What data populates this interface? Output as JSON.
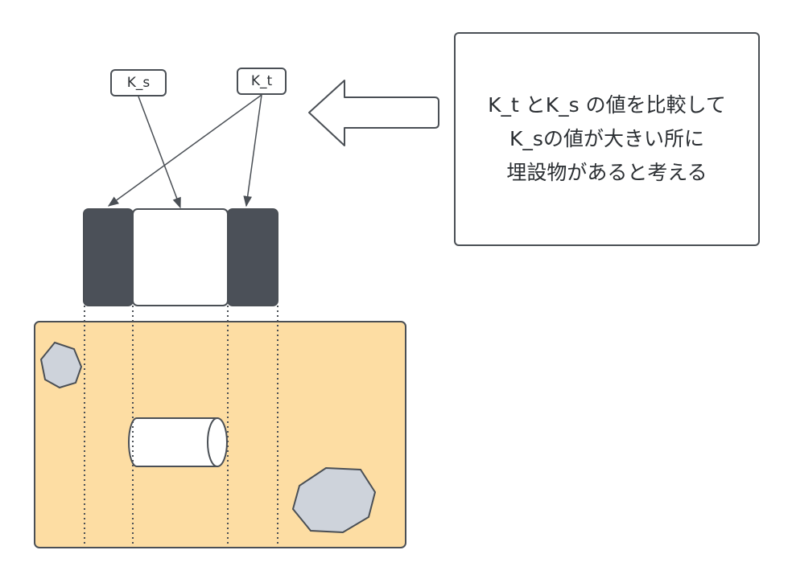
{
  "labels": {
    "ks": "K_s",
    "kt": "K_t"
  },
  "note": {
    "lines": [
      "K_t とK_s の値を比較して",
      "K_sの値が大きい所に",
      "埋設物があると考える"
    ]
  },
  "colors": {
    "ground_fill": "#fddda3",
    "stone_fill": "#ced3db",
    "sensor_dark": "#4b5058",
    "outline": "#4a4f55",
    "background": "#ffffff"
  },
  "icons": {
    "arrow": "left-arrow-icon",
    "pipe": "pipe-icon",
    "stone": "stone-icon"
  }
}
